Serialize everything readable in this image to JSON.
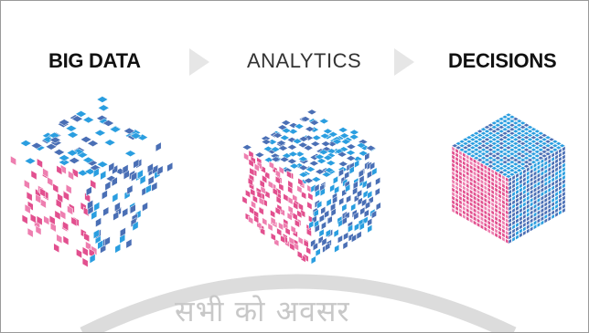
{
  "steps": [
    {
      "label": "BIG DATA"
    },
    {
      "label": "ANALYTICS"
    },
    {
      "label": "DECISIONS"
    }
  ],
  "watermark": {
    "text": "सभी को अवसर"
  },
  "colors": {
    "blue": "#2a9ee0",
    "blue_dark": "#4a6fb5",
    "pink": "#e2508f",
    "pink_light": "#ee7fb0",
    "chevron": "#e6e6e6"
  },
  "icons": [
    "scattered-cube-icon",
    "partial-cube-icon",
    "solid-cube-icon",
    "chevron-right-icon"
  ]
}
